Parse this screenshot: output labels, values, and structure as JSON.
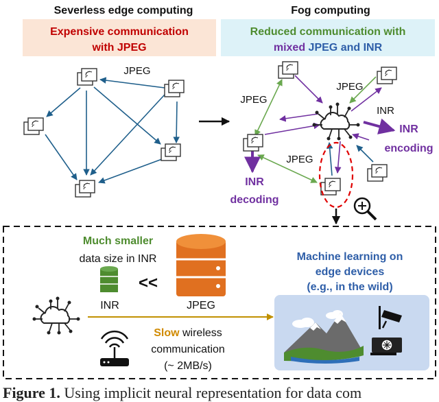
{
  "left_panel": {
    "title": "Severless edge computing",
    "banner_line1": "Expensive communication",
    "banner_line2": "with JPEG",
    "edge_label": "JPEG"
  },
  "right_panel": {
    "title": "Fog computing",
    "banner_line1": "Reduced communication with",
    "banner_mixed": "mixed",
    "banner_rest": " JPEG and INR",
    "label_jpeg_top": "JPEG",
    "label_jpeg_left": "JPEG",
    "label_jpeg_bottom": "JPEG",
    "label_inr": "INR",
    "inr_encoding_line1": "INR",
    "inr_encoding_line2": "encoding",
    "inr_decoding_line1": "INR",
    "inr_decoding_line2": "decoding"
  },
  "bottom_panel": {
    "much_smaller": "Much smaller",
    "data_size": "data size in INR",
    "inr_label": "INR",
    "jpeg_label": "JPEG",
    "less_than": "<<",
    "slow": "Slow",
    "wireless": " wireless",
    "communication": "communication",
    "speed": "(~ 2MB/s)",
    "ml_line1": "Machine learning on",
    "ml_line2": "edge devices",
    "ml_line3": "(e.g., in the wild)"
  },
  "caption": {
    "label": "Figure 1.",
    "text": " Using implicit neural representation for data com"
  },
  "colors": {
    "blue_arrow": "#1f5f8b",
    "green_arrow": "#6aa84f",
    "purple_arrow": "#7030a0",
    "red_title": "#c00000",
    "green_text": "#4e8c2f",
    "blue_text": "#2e5ea8",
    "orange_text": "#d08a00",
    "salmon_banner": "#fbe5d6",
    "cyan_banner": "#ddf2f8",
    "light_blue_box": "#c9d9f0",
    "database_orange": "#e07020",
    "gold_line": "#c09000"
  },
  "icons": [
    "device-icon",
    "cloud-network-icon",
    "magnifier-plus-icon",
    "database-icon",
    "wifi-router-icon",
    "landscape-icon",
    "camera-icon",
    "gpu-card-icon"
  ]
}
